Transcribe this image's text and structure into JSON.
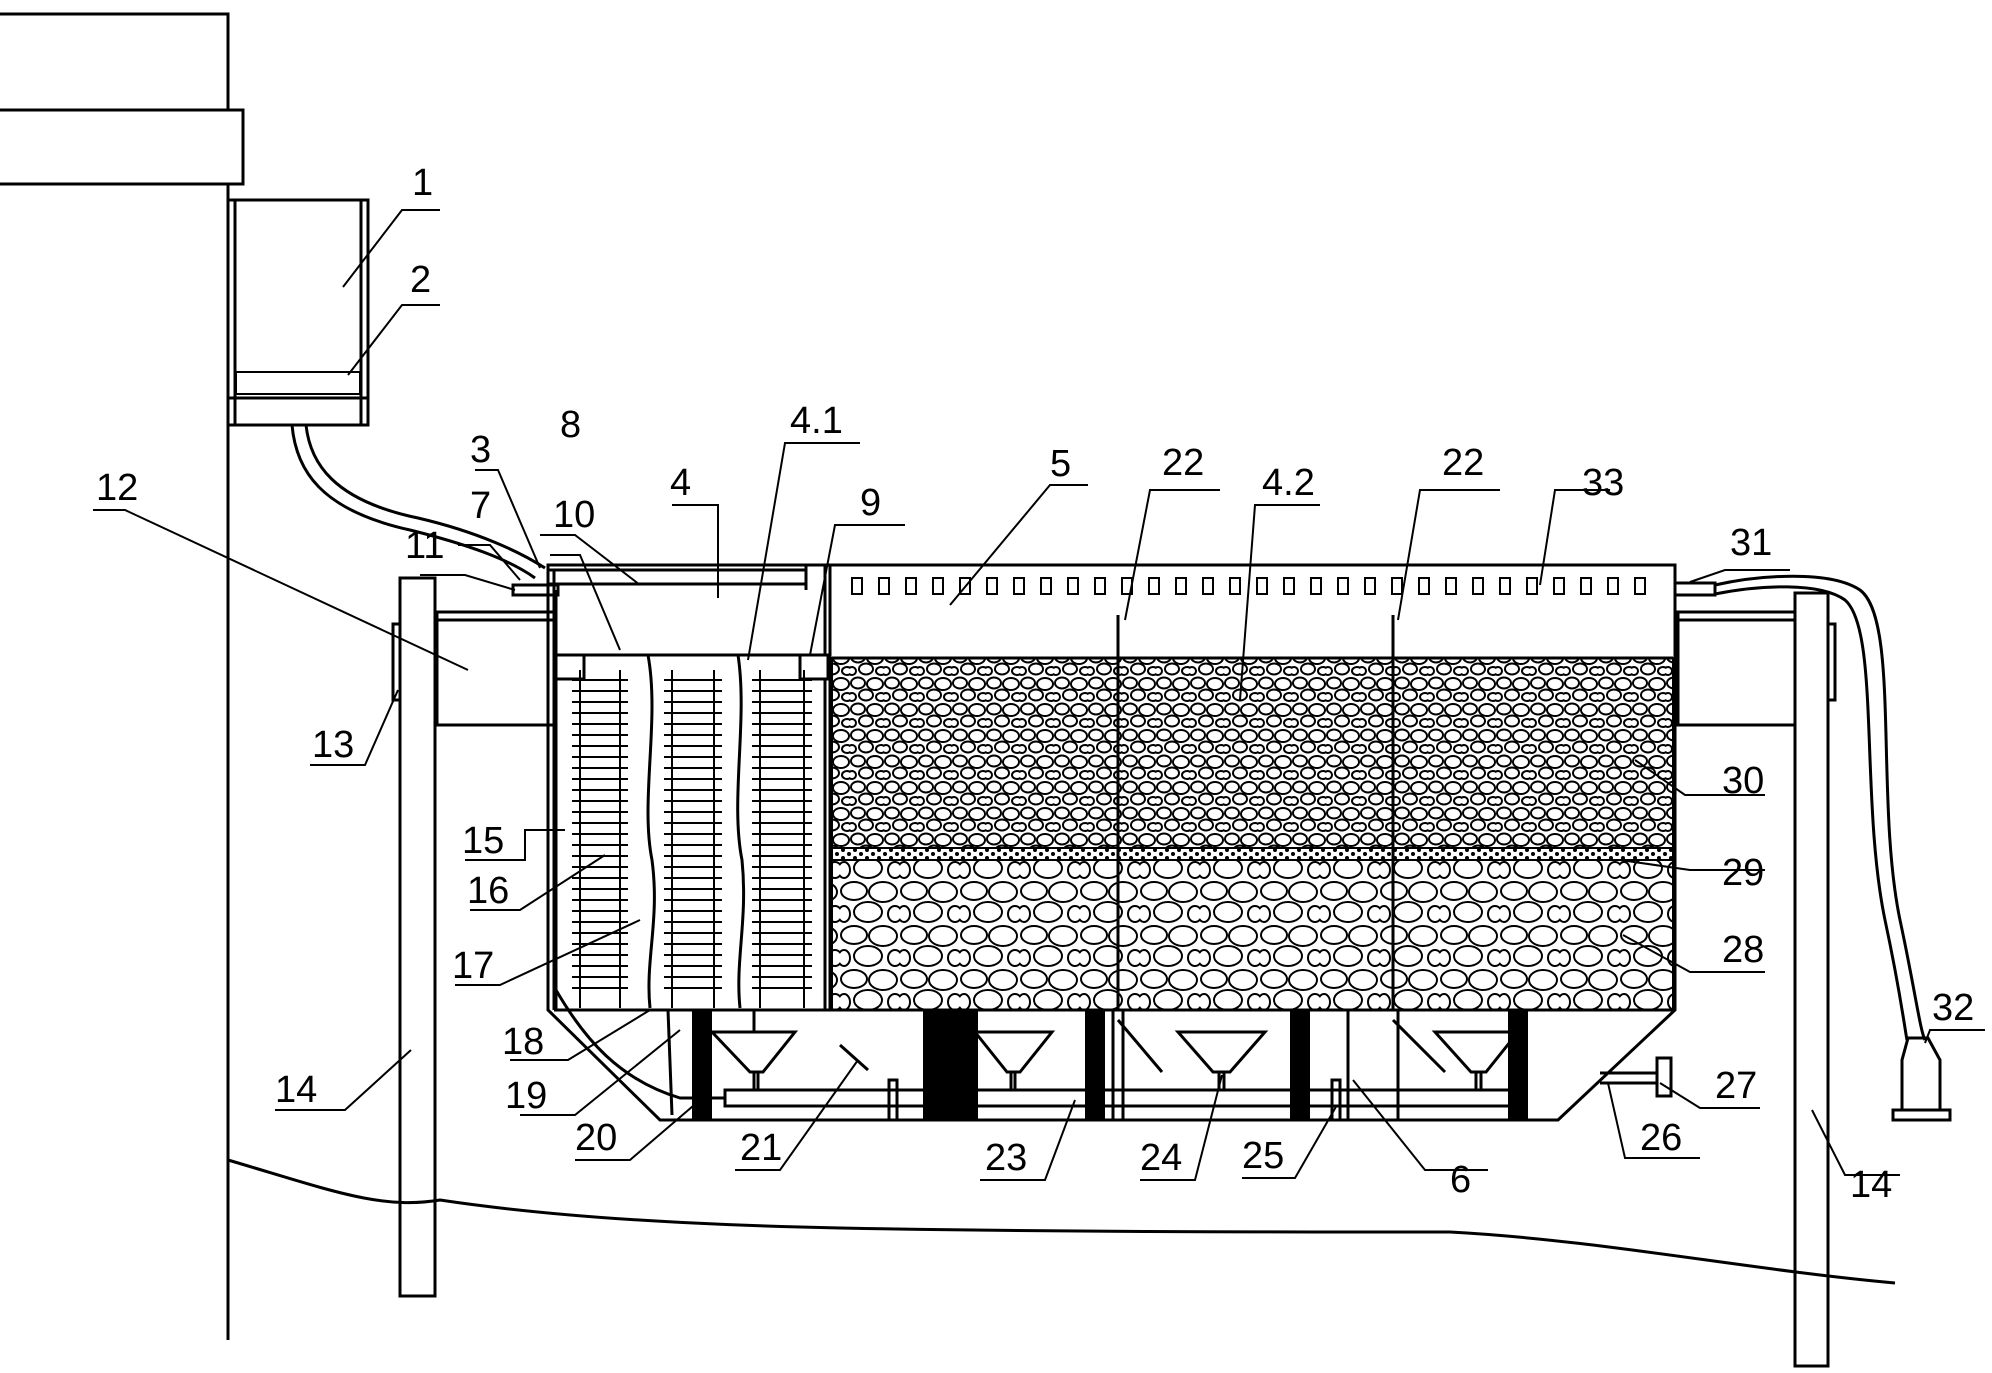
{
  "labels": {
    "l1": "1",
    "l2": "2",
    "l3": "3",
    "l4": "4",
    "l4_1": "4.1",
    "l4_2": "4.2",
    "l5": "5",
    "l6": "6",
    "l7": "7",
    "l8": "8",
    "l9": "9",
    "l10": "10",
    "l11": "11",
    "l12": "12",
    "l13": "13",
    "l14": "14",
    "l15": "15",
    "l16": "16",
    "l17": "17",
    "l18": "18",
    "l19": "19",
    "l20": "20",
    "l21": "21",
    "l22": "22",
    "l23": "23",
    "l24": "24",
    "l25": "25",
    "l26": "26",
    "l27": "27",
    "l28": "28",
    "l29": "29",
    "l30": "30",
    "l31": "31",
    "l32": "32",
    "l33": "33"
  }
}
